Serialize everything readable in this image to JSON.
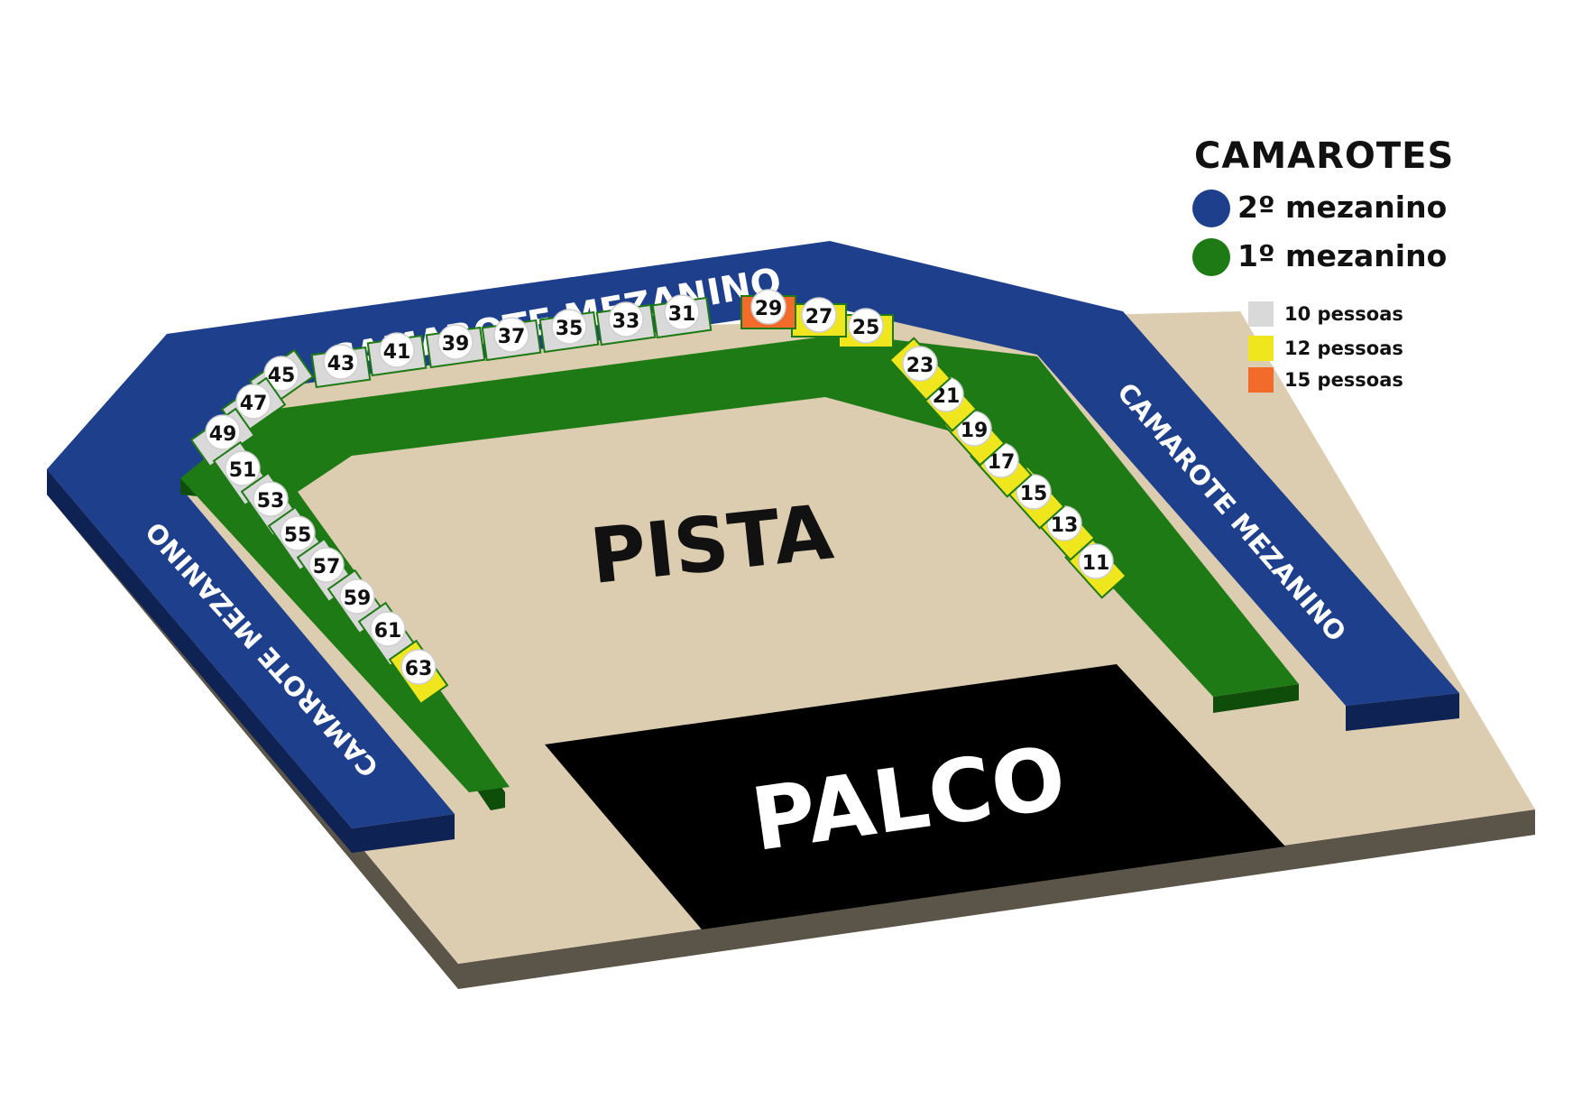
{
  "colors": {
    "tier2": "#1e3f8c",
    "tier1": "#1e7a14",
    "tier1_side": "#0f4d0a",
    "floor": "#dccdb0",
    "floor_side": "#5b5448",
    "stage": "#000000",
    "cap10": "#d9d9d9",
    "cap12": "#f0e61e",
    "cap15": "#f36b2b",
    "pin": "#ffffff"
  },
  "labels": {
    "mezanino_top": "CAMAROTE MEZANINO",
    "mezanino_right": "CAMAROTE MEZANINO",
    "mezanino_left": "CAMAROTE MEZANINO",
    "pista": "PISTA",
    "palco": "PALCO"
  },
  "legend": {
    "title": "CAMAROTES",
    "tiers": [
      {
        "label": "2º mezanino",
        "color": "#1e3f8c"
      },
      {
        "label": "1º mezanino",
        "color": "#1e7a14"
      }
    ],
    "capacities": [
      {
        "label": "10 pessoas",
        "color": "#d9d9d9"
      },
      {
        "label": "12 pessoas",
        "color": "#f0e61e"
      },
      {
        "label": "15 pessoas",
        "color": "#f36b2b"
      }
    ]
  },
  "boxes": [
    {
      "number": "11",
      "capacity": 12
    },
    {
      "number": "13",
      "capacity": 12
    },
    {
      "number": "15",
      "capacity": 12
    },
    {
      "number": "17",
      "capacity": 12
    },
    {
      "number": "19",
      "capacity": 12
    },
    {
      "number": "21",
      "capacity": 12
    },
    {
      "number": "23",
      "capacity": 12
    },
    {
      "number": "25",
      "capacity": 12
    },
    {
      "number": "27",
      "capacity": 12
    },
    {
      "number": "29",
      "capacity": 15
    },
    {
      "number": "31",
      "capacity": 10
    },
    {
      "number": "33",
      "capacity": 10
    },
    {
      "number": "35",
      "capacity": 10
    },
    {
      "number": "37",
      "capacity": 10
    },
    {
      "number": "39",
      "capacity": 10
    },
    {
      "number": "41",
      "capacity": 10
    },
    {
      "number": "43",
      "capacity": 10
    },
    {
      "number": "45",
      "capacity": 10
    },
    {
      "number": "47",
      "capacity": 10
    },
    {
      "number": "49",
      "capacity": 10
    },
    {
      "number": "51",
      "capacity": 10
    },
    {
      "number": "53",
      "capacity": 10
    },
    {
      "number": "55",
      "capacity": 10
    },
    {
      "number": "57",
      "capacity": 10
    },
    {
      "number": "59",
      "capacity": 10
    },
    {
      "number": "61",
      "capacity": 10
    },
    {
      "number": "63",
      "capacity": 12
    }
  ]
}
